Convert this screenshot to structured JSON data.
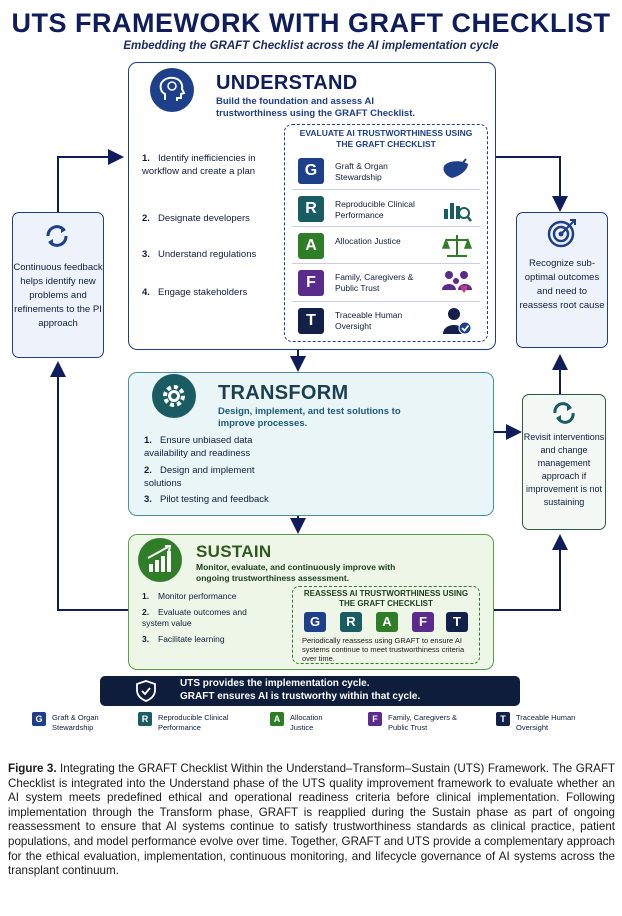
{
  "title": "UTS FRAMEWORK WITH GRAFT CHECKLIST",
  "subtitle": "Embedding the GRAFT Checklist across the AI implementation cycle",
  "understand": {
    "title": "UNDERSTAND",
    "description": "Build the foundation and assess AI trustworthiness using the GRAFT Checklist.",
    "steps": [
      {
        "num": "1.",
        "text": "Identify inefficiencies in workflow and create a plan"
      },
      {
        "num": "2.",
        "text": "Designate developers"
      },
      {
        "num": "3.",
        "text": "Understand regulations"
      },
      {
        "num": "4.",
        "text": "Engage stakeholders"
      }
    ],
    "evaluate_title": "EVALUATE AI TRUSTWORTHINESS USING THE GRAFT CHECKLIST",
    "graft": [
      {
        "letter": "G",
        "label": "Graft & Organ Stewardship",
        "color": "#1e3f8a",
        "icon": "liver-icon"
      },
      {
        "letter": "R",
        "label": "Reproducible Clinical Performance",
        "color": "#1a5c63",
        "icon": "chart-magnifier-icon"
      },
      {
        "letter": "A",
        "label": "Allocation Justice",
        "color": "#2f7d26",
        "icon": "scales-icon"
      },
      {
        "letter": "F",
        "label": "Family, Caregivers & Public Trust",
        "color": "#5a2a8c",
        "icon": "family-heart-icon"
      },
      {
        "letter": "T",
        "label": "Traceable Human Oversight",
        "color": "#13204a",
        "icon": "person-check-icon"
      }
    ]
  },
  "transform": {
    "title": "TRANSFORM",
    "description": "Design, implement, and test solutions to improve processes.",
    "steps": [
      {
        "num": "1.",
        "text": "Ensure unbiased data availability and readiness"
      },
      {
        "num": "2.",
        "text": "Design and implement solutions"
      },
      {
        "num": "3.",
        "text": "Pilot testing and feedback"
      }
    ]
  },
  "sustain": {
    "title": "SUSTAIN",
    "description": "Monitor, evaluate, and continuously improve with ongoing trustworthiness assessment.",
    "steps": [
      {
        "num": "1.",
        "text": "Monitor performance"
      },
      {
        "num": "2.",
        "text": "Evaluate outcomes and system value"
      },
      {
        "num": "3.",
        "text": "Facilitate learning"
      }
    ],
    "reassess_title": "REASSESS AI TRUSTWORTHINESS USING THE GRAFT CHECKLIST",
    "reassess_letters": [
      "G",
      "R",
      "A",
      "F",
      "T"
    ],
    "reassess_text": "Periodically reassess using GRAFT to ensure AI systems continue to meet trustworthiness criteria over time."
  },
  "side": {
    "left": "Continuous feedback helps identify new problems and refinements to the PI approach",
    "right_top": "Recognize sub-optimal outcomes and need to reassess root cause",
    "right_bottom": "Revisit interventions and change management approach if improvement is not sustaining"
  },
  "banner": {
    "line1": "UTS provides the implementation cycle.",
    "line2": "GRAFT ensures AI is trustworthy within that cycle."
  },
  "legend": [
    {
      "letter": "G",
      "label": "Graft & Organ Stewardship",
      "color": "#1e3f8a"
    },
    {
      "letter": "R",
      "label": "Reproducible Clinical Performance",
      "color": "#1a5c63"
    },
    {
      "letter": "A",
      "label": "Allocation Justice",
      "color": "#2f7d26"
    },
    {
      "letter": "F",
      "label": "Family, Caregivers & Public Trust",
      "color": "#5a2a8c"
    },
    {
      "letter": "T",
      "label": "Traceable Human Oversight",
      "color": "#13204a"
    }
  ],
  "caption": {
    "label": "Figure 3.",
    "text": "Integrating the GRAFT Checklist Within the Understand–Transform–Sustain (UTS) Framework. The GRAFT Checklist is integrated into the Understand phase of the UTS quality improvement framework to evaluate whether an AI system meets predefined ethical and operational readiness criteria before clinical implementation. Following implementation through the Transform phase, GRAFT is reapplied during the Sustain phase as part of ongoing reassessment to ensure that AI systems continue to satisfy trustworthiness standards as clinical practice, patient populations, and model performance evolve over time. Together, GRAFT and UTS provide a complementary approach for the ethical evaluation, implementation, continuous monitoring, and lifecycle governance of AI systems across the transplant continuum."
  },
  "colors": {
    "navy": "#0f1d5c",
    "understand_border": "#1e3f8a",
    "transform_bg": "#eaf5f7",
    "sustain_bg": "#eef6e8",
    "sustain_green": "#2f7d26"
  }
}
